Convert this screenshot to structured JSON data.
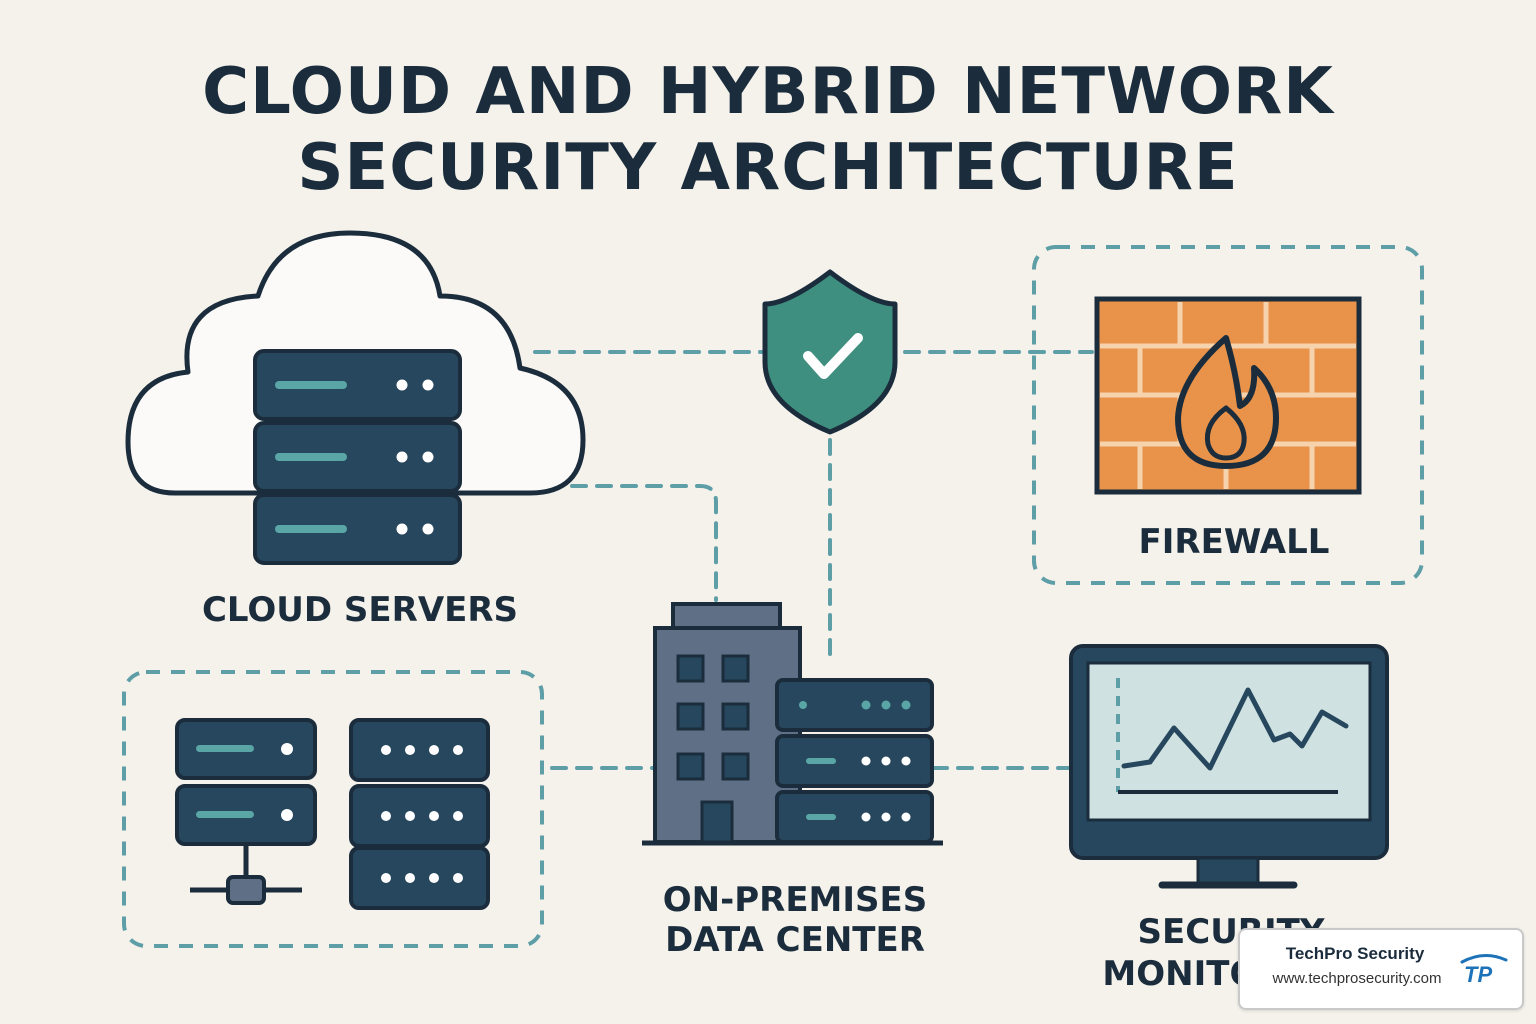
{
  "title": {
    "line1": "CLOUD AND HYBRID NETWORK",
    "line2": "SECURITY ARCHITECTURE"
  },
  "nodes": {
    "cloud_servers": "CLOUD SERVERS",
    "firewall": "FIREWALL",
    "on_premises_line1": "ON-PREMISES",
    "on_premises_line2": "DATA CENTER",
    "security_line1": "SECURITY",
    "security_line2": "MONITORING"
  },
  "badge": {
    "name": "TechPro Security",
    "url": "www.techprosecurity.com",
    "logo_text": "TP"
  },
  "icons": [
    "cloud-icon",
    "server-rack-icon",
    "shield-check-icon",
    "firewall-icon",
    "flame-icon",
    "building-icon",
    "monitor-chart-icon",
    "network-server-icon"
  ],
  "colors": {
    "navy": "#1b2d3c",
    "server": "#26475e",
    "teal": "#5aa6a6",
    "shield": "#3f8f80",
    "brick": "#e8924a",
    "mortar": "#f6d3ad",
    "screen": "#cfe1e0",
    "building": "#5f6f86",
    "dash": "#5e9ea6"
  }
}
